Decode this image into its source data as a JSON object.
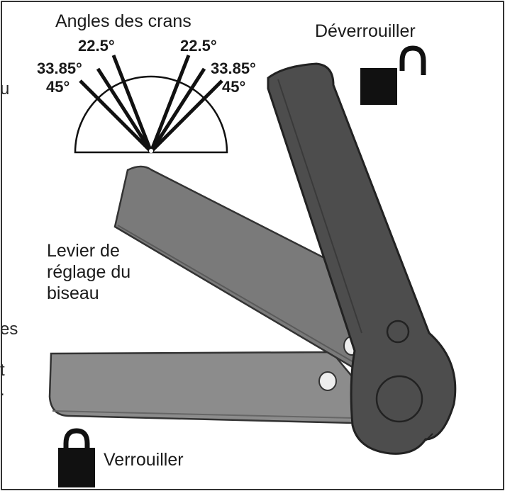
{
  "title": "Angles des crans",
  "detent_angles": {
    "left": [
      "22.5°",
      "33.85°",
      "45°"
    ],
    "right": [
      "22.5°",
      "33.85°",
      "45°"
    ]
  },
  "labels": {
    "unlock": "Déverrouiller",
    "lever_line1": "Levier de",
    "lever_line2": "réglage du",
    "lever_line3": "biseau",
    "lock": "Verrouiller"
  },
  "edge_fragments": [
    "u",
    "es",
    "t",
    "."
  ],
  "icons": {
    "unlock": "padlock-open-icon",
    "lock": "padlock-closed-icon"
  },
  "colors": {
    "lever_up": "#4d4d4d",
    "lever_mid": "#7a7a7a",
    "lever_low": "#8c8c8c",
    "outline": "#222222",
    "lock_fill": "#111111"
  }
}
